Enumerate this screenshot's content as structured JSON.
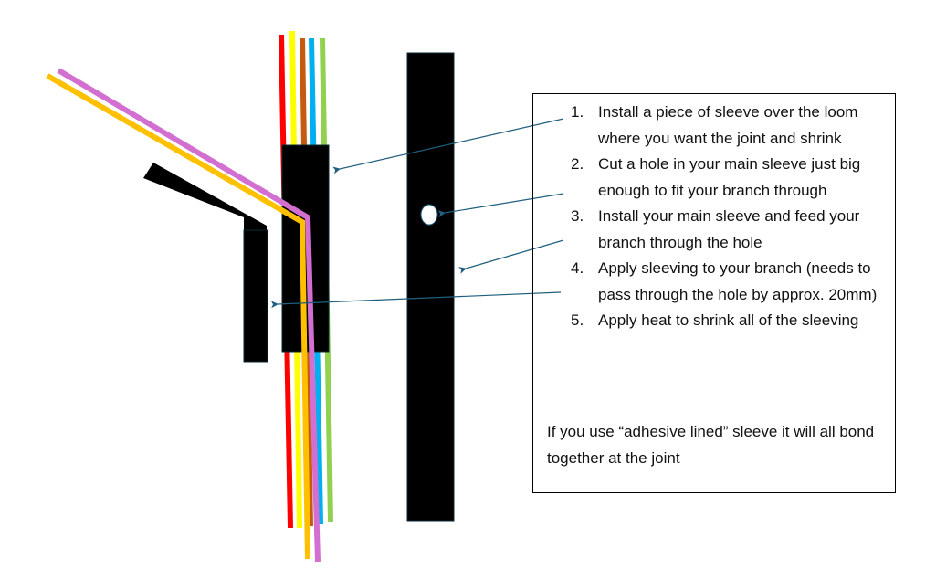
{
  "instructions": {
    "steps": [
      {
        "number": "1.",
        "text": "Install a piece of sleeve over the loom where you want the joint and shrink"
      },
      {
        "number": "2.",
        "text": "Cut a hole in your main sleeve just big enough to fit your branch through"
      },
      {
        "number": "3.",
        "text": "Install your main sleeve and feed your branch through the hole"
      },
      {
        "number": "4.",
        "text": "Apply sleeving to your branch (needs to pass through the hole by approx. 20mm)"
      },
      {
        "number": "5.",
        "text": "Apply heat to shrink all of the sleeving"
      }
    ],
    "note": "If you use “adhesive lined” sleeve it will all bond together at the joint"
  },
  "colors": {
    "red": "#ff0000",
    "yellow": "#ffff00",
    "brown": "#c55a11",
    "blue": "#00b0f0",
    "green": "#92d050",
    "orange": "#ffc000",
    "pink": "#d36fd0",
    "sleeve": "#000000",
    "arrow": "#1f5f7f"
  }
}
